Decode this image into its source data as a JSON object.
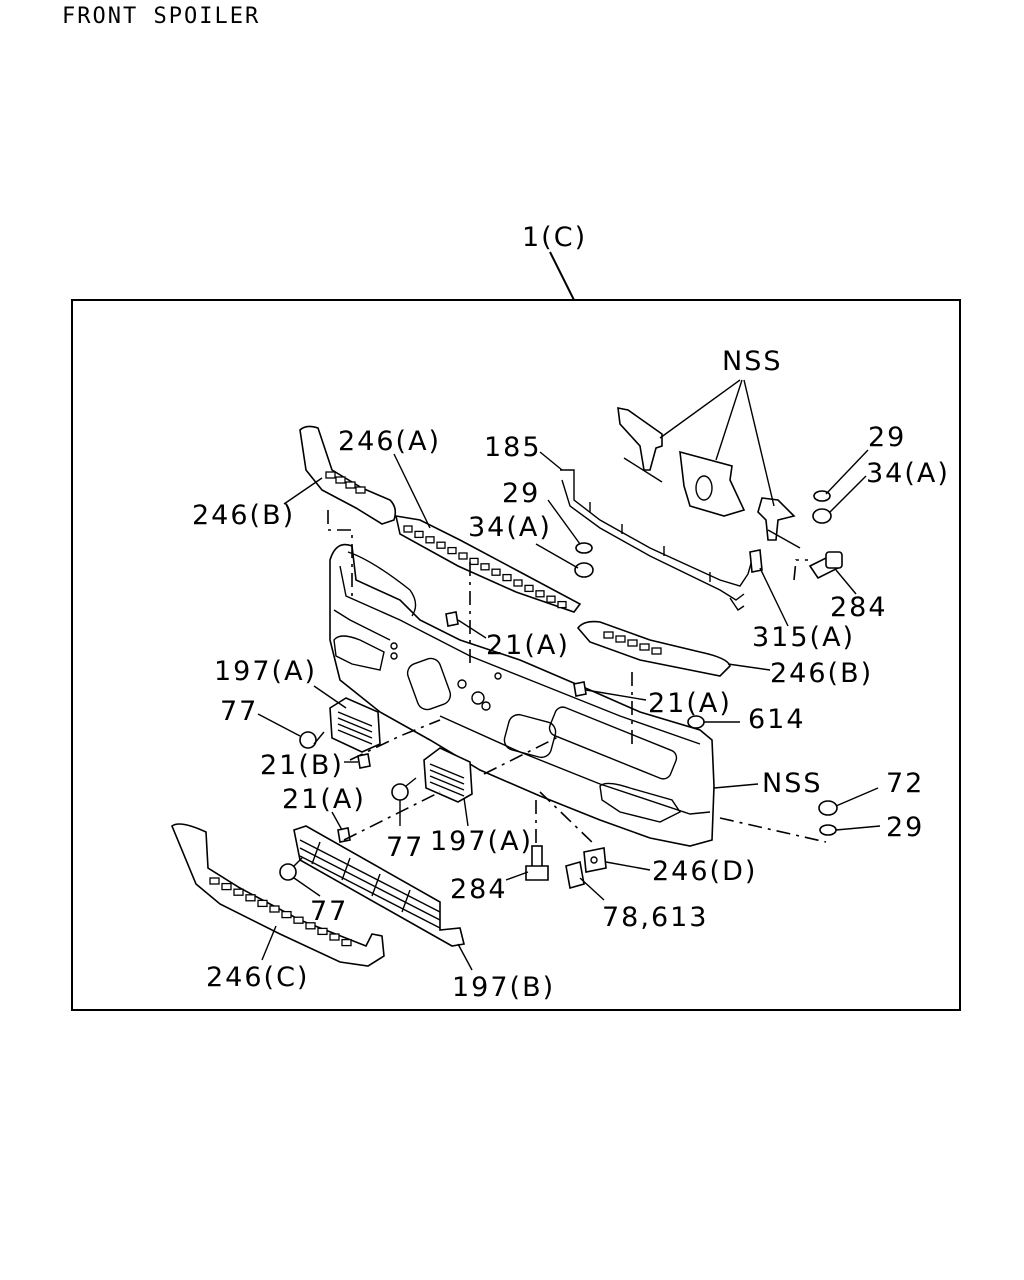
{
  "title": "FRONT SPOILER",
  "assembly_label": "1(C)",
  "callouts": {
    "nss_top": "NSS",
    "c246a": "246(A)",
    "c246b_left": "246(B)",
    "c185": "185",
    "c29_mid": "29",
    "c34a_mid": "34(A)",
    "c29_right": "29",
    "c34a_right": "34(A)",
    "c284_right": "284",
    "c315a": "315(A)",
    "c21a_upper": "21(A)",
    "c246b_right": "246(B)",
    "c197a_left": "197(A)",
    "c21a_mid": "21(A)",
    "c77_left": "77",
    "c614": "614",
    "c21b": "21(B)",
    "nss_mid": "NSS",
    "c72": "72",
    "c21a_lower": "21(A)",
    "c29_low": "29",
    "c77_mid": "77",
    "c197a_mid": "197(A)",
    "c246d": "246(D)",
    "c284_low": "284",
    "c77_low": "77",
    "c78_613": "78,613",
    "c246c": "246(C)",
    "c197b": "197(B)"
  }
}
